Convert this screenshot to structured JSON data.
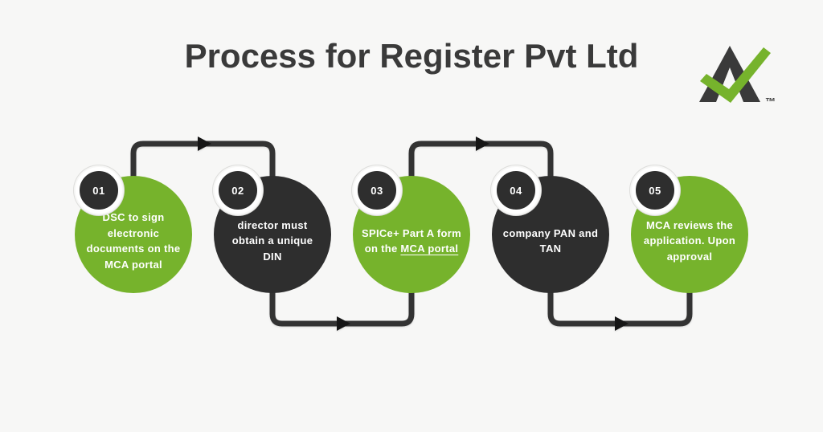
{
  "title": "Process for Register Pvt Ltd",
  "logo": {
    "trademark": "™",
    "dark_color": "#3a3a3a",
    "check_color": "#76b32c"
  },
  "flow": {
    "type": "process-flow",
    "direction": "left-to-right",
    "connector_style": "right-angle-lines-with-arrowheads"
  },
  "steps": [
    {
      "number": "01",
      "variant": "green",
      "text": "DSC to sign electronic documents on the MCA portal"
    },
    {
      "number": "02",
      "variant": "dark",
      "text": "director must obtain a unique DIN"
    },
    {
      "number": "03",
      "variant": "green",
      "text_start": "SPICe+ Part A form on the ",
      "text_link": "MCA portal"
    },
    {
      "number": "04",
      "variant": "dark",
      "text": "company PAN and TAN"
    },
    {
      "number": "05",
      "variant": "green",
      "text": "MCA reviews the application. Upon approval"
    }
  ],
  "colors": {
    "background": "#f7f7f6",
    "green": "#76b32c",
    "dark": "#2e2e2e",
    "title_text": "#3a3a3a",
    "circle_text": "#ffffff",
    "connector": "#333333"
  }
}
